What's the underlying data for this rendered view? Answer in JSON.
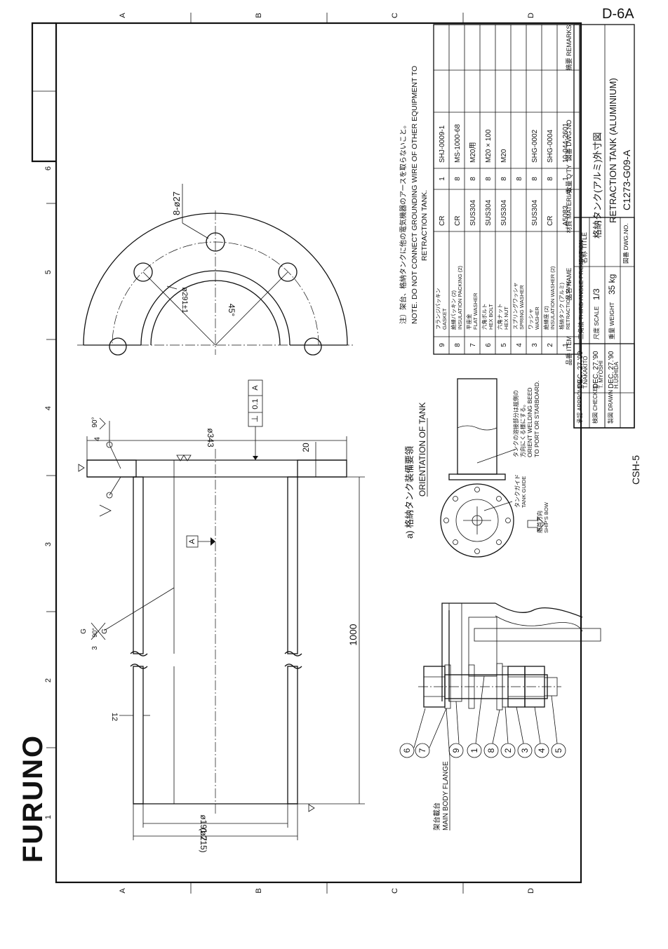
{
  "sheet": {
    "stamp": "D-6A",
    "brand": "FURUNO",
    "form_no": "CSH-5",
    "col_refs": [
      "A",
      "B",
      "C",
      "D"
    ],
    "row_refs": [
      "1",
      "2",
      "3",
      "4",
      "5",
      "6"
    ]
  },
  "notes": {
    "jp": "注）架台、格納タンクに他の電気機器のアースを取らないこと。",
    "en1": "NOTE. DO NOT CONNECT GROUNDING WIRE OF OTHER EQUIPMENT TO",
    "en2": "RETRACTION TANK."
  },
  "parts": {
    "headers": {
      "item": "品番 ITEM",
      "name": "品名 NAME",
      "material": "材質 MATERIAL",
      "qty": "数量 Q'TY",
      "dwg": "図番 DWG.NO",
      "remarks": "摘要 REMARKS"
    },
    "rows": [
      {
        "item": "9",
        "name_jp": "フランジパッキン",
        "name_en": "GASKET",
        "material": "CR",
        "qty": "1",
        "dwg": "SHJ-0009-1"
      },
      {
        "item": "8",
        "name_jp": "絶縁パッキン (2)",
        "name_en": "INSULATION PACKING (2)",
        "material": "CR",
        "qty": "8",
        "dwg": "MS-1000-68"
      },
      {
        "item": "7",
        "name_jp": "平座金",
        "name_en": "FLAT WASHER",
        "material": "SUS304",
        "qty": "8",
        "dwg": "M20用"
      },
      {
        "item": "6",
        "name_jp": "六角ボルト",
        "name_en": "HEX BOLT",
        "material": "SUS304",
        "qty": "8",
        "dwg": "M20 × 100"
      },
      {
        "item": "5",
        "name_jp": "六角ナット",
        "name_en": "HEX NUT",
        "material": "SUS304",
        "qty": "8",
        "dwg": "M20"
      },
      {
        "item": "4",
        "name_jp": "スプリングワッシャ",
        "name_en": "SPRING WASHER",
        "material": "",
        "qty": "8",
        "dwg": ""
      },
      {
        "item": "3",
        "name_jp": "ワッシャ",
        "name_en": "WASHER",
        "material": "SUS304",
        "qty": "8",
        "dwg": "SHG-0002"
      },
      {
        "item": "2",
        "name_jp": "絶縁座 (2)",
        "name_en": "INSULATION WASHER (2)",
        "material": "CR",
        "qty": "8",
        "dwg": "SHG-0004"
      },
      {
        "item": "1",
        "name_jp": "格納タンク (アルミ)",
        "name_en": "RETRACTION TANK",
        "material": "A5083",
        "qty": "1",
        "dwg": "10-044-2601"
      }
    ]
  },
  "title_block": {
    "approved_label": "承認 APPROVED",
    "approved_date": "DEC. 27.'90",
    "approved_name": "T.NAKAKITO",
    "checked_label": "検図 CHECKED",
    "checked_date": "DEC. 27.'90",
    "checked_name": "T. MYOSHI",
    "drawn_label": "製図 DRAWN",
    "drawn_date": "DEC. 27.'90",
    "drawn_name": "H.USHIDA",
    "projection_label": "三角法 THIRD ANGLE PROJECTION",
    "scale_label": "尺度 SCALE",
    "scale_value": "1/3",
    "weight_label": "重量 WEIGHT",
    "weight_value": "35 kg",
    "title_label": "名称 TITLE",
    "title_jp": "格納タンク(アルミ)外寸図",
    "title_en": "RETRACTION TANK (ALUMINIUM)",
    "dwg_label": "図番 DWG.NO.",
    "dwg_no": "C1273-G09-A"
  },
  "dimensions": {
    "d343": "ø343",
    "d20": "20",
    "d1000": "1000",
    "d191": "ø191.7",
    "d215": "(ø215)",
    "d12": "12",
    "d8_27": "8-ø27",
    "d45": "45°",
    "pcd": "ø291±1",
    "tol": "0.1",
    "datum": "A",
    "weld1": "4",
    "weld_angle": "90°",
    "weld2_top": "G",
    "weld2_left": "3",
    "weld2_bottom": "G"
  },
  "orientation": {
    "heading_jp": "a) 格納タンク装備要領",
    "heading_en": "ORIENTATION OF TANK",
    "guide_jp": "タンクガイド",
    "guide_en": "TANK GUIDE",
    "bow_jp": "船首方向",
    "bow_en": "SHIP'S BOW",
    "bead_jp1": "タンクの溶接部分は舷側の",
    "bead_jp2": "方向にくる様にする。",
    "bead_en1": "ORIENT WELDING BEED",
    "bead_en2": "TO PORT OR STARBOARD."
  },
  "flange_detail": {
    "label_jp": "架台載台",
    "label_en": "MAIN BODY FLANGE",
    "balloons": [
      "6",
      "7",
      "9",
      "1",
      "8",
      "2",
      "3",
      "4",
      "5"
    ]
  }
}
